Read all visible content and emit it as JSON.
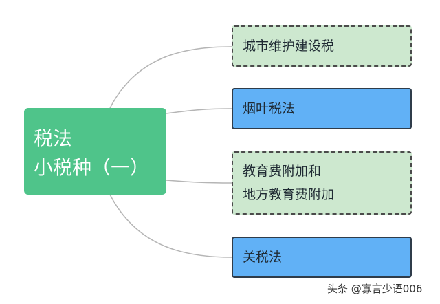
{
  "root": {
    "lines": [
      "税法",
      "小税种（一）"
    ],
    "color": "#4fc48a"
  },
  "topics": [
    {
      "lines": [
        "城市维护建设税"
      ],
      "style": "dashed-green"
    },
    {
      "lines": [
        "烟叶税法"
      ],
      "style": "solid-blue"
    },
    {
      "lines": [
        "教育费附加和",
        "地方教育费附加"
      ],
      "style": "dashed-green"
    },
    {
      "lines": [
        "关税法"
      ],
      "style": "solid-blue"
    }
  ],
  "colors": {
    "green_box": "#cde8cf",
    "blue_box": "#61b1f6",
    "connector": "#b5b5b5"
  },
  "watermark": "头条 @寡言少语006"
}
